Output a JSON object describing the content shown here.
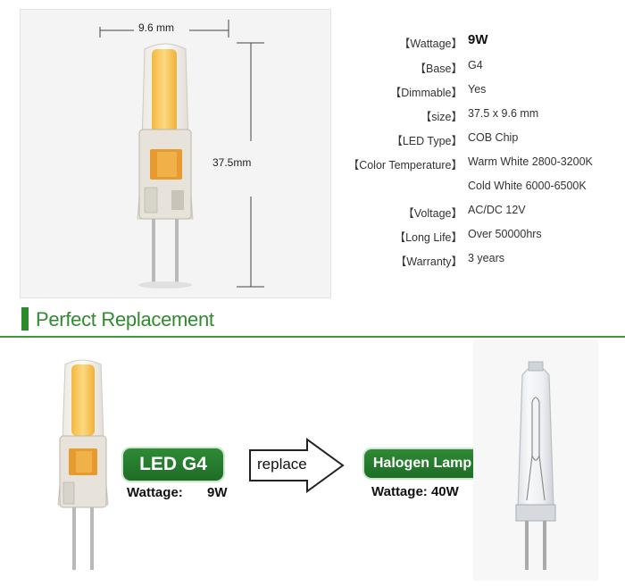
{
  "dimensions": {
    "width_label": "9.6 mm",
    "height_label": "37.5mm"
  },
  "specs": [
    {
      "key": "【Wattage】",
      "value": "9W",
      "emphasis": true
    },
    {
      "key": "【Base】",
      "value": "G4"
    },
    {
      "key": "【Dimmable】",
      "value": "Yes"
    },
    {
      "key": "【size】",
      "value": "37.5 x 9.6 mm"
    },
    {
      "key": "【LED Type】",
      "value": "COB Chip"
    },
    {
      "key": "【Color Temperature】",
      "value": "Warm White 2800-3200K"
    },
    {
      "key": "",
      "value": "Cold White 6000-6500K"
    },
    {
      "key": "【Voltage】",
      "value": "AC/DC 12V"
    },
    {
      "key": "【Long Life】",
      "value": "Over 50000hrs"
    },
    {
      "key": "【Warranty】",
      "value": "3 years"
    }
  ],
  "section": {
    "title": "Perfect Replacement"
  },
  "comparison": {
    "led_label": "LED G4",
    "led_wattage_label": "Wattage:",
    "led_wattage_value": "9W",
    "arrow_label": "replace",
    "halogen_label": "Halogen Lamp",
    "halogen_wattage": "Wattage: 40W"
  },
  "colors": {
    "accent_green": "#2e8b2e",
    "cob_yellow": "#f6c95a"
  }
}
